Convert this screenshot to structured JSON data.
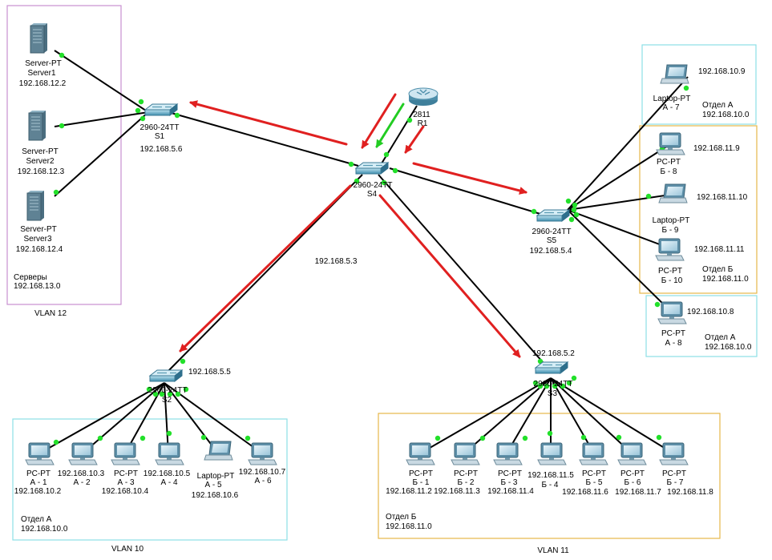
{
  "colors": {
    "link": "#000000",
    "port": "#22e02a",
    "flow_arrow": "#e02020",
    "flow_arrow_green": "#22cc22",
    "vlan12_box": "#c98fd0",
    "vlan10_box": "#8de0e6",
    "vlan11_box": "#e6b84a",
    "switch": "#4a9bb8",
    "pc": "#5e8fa8",
    "server": "#5f8294",
    "router": "#6fa7c1"
  },
  "areas": {
    "vlan12": {
      "caption": "VLAN 12",
      "note_line1": "Серверы",
      "note_line2": "192.168.13.0"
    },
    "vlan10": {
      "caption": "VLAN 10",
      "note_line1": "Отдел А",
      "note_line2": "192.168.10.0"
    },
    "vlan11": {
      "caption": "VLAN 11",
      "note_line1": "Отдел Б",
      "note_line2": "192.168.11.0"
    },
    "dept_a_top": {
      "line1": "Отдел А",
      "line2": "192.168.10.0"
    },
    "dept_b_right": {
      "line1": "Отдел Б",
      "line2": "192.168.11.0"
    },
    "dept_a_bottom": {
      "line1": "Отдел А",
      "line2": "192.168.10.0"
    }
  },
  "router": {
    "model": "2811",
    "name": "R1"
  },
  "switches": {
    "s1": {
      "model": "2960-24TT",
      "name": "S1",
      "ip": "192.168.5.6"
    },
    "s2": {
      "model": "2960-24TT",
      "name": "S2",
      "ip": "192.168.5.5"
    },
    "s3": {
      "model": "2960-24TT",
      "name": "S3",
      "ip": "192.168.5.2"
    },
    "s4": {
      "model": "2960-24TT",
      "name": "S4",
      "ip": "192.168.5.3"
    },
    "s5": {
      "model": "2960-24TT",
      "name": "S5",
      "ip": "192.168.5.4"
    }
  },
  "servers": [
    {
      "type": "Server-PT",
      "name": "Server1",
      "ip": "192.168.12.2"
    },
    {
      "type": "Server-PT",
      "name": "Server2",
      "ip": "192.168.12.3"
    },
    {
      "type": "Server-PT",
      "name": "Server3",
      "ip": "192.168.12.4"
    }
  ],
  "vlan10_hosts": [
    {
      "type": "PC-PT",
      "name": "А - 1",
      "ip": "192.168.10.2"
    },
    {
      "type": "",
      "name": "А - 2",
      "ip": "192.168.10.3"
    },
    {
      "type": "PC-PT",
      "name": "А - 3",
      "ip": "192.168.10.4"
    },
    {
      "type": "",
      "name": "А - 4",
      "ip": "192.168.10.5"
    },
    {
      "type": "Laptop-PT",
      "name": "А - 5",
      "ip": "192.168.10.6"
    },
    {
      "type": "",
      "name": "А - 6",
      "ip": "192.168.10.7"
    }
  ],
  "vlan11_hosts": [
    {
      "type": "PC-PT",
      "name": "Б - 1",
      "ip": "192.168.11.2"
    },
    {
      "type": "PC-PT",
      "name": "Б - 2",
      "ip": "192.168.11.3"
    },
    {
      "type": "PC-PT",
      "name": "Б - 3",
      "ip": "192.168.11.4"
    },
    {
      "type": "",
      "name": "Б - 4",
      "ip": "192.168.11.5"
    },
    {
      "type": "PC-PT",
      "name": "Б - 5",
      "ip": "192.168.11.6"
    },
    {
      "type": "PC-PT",
      "name": "Б - 6",
      "ip": "192.168.11.7"
    },
    {
      "type": "PC-PT",
      "name": "Б - 7",
      "ip": "192.168.11.8"
    }
  ],
  "s5_hosts": [
    {
      "type": "Laptop-PT",
      "name": "А - 7",
      "ip": "192.168.10.9"
    },
    {
      "type": "PC-PT",
      "name": "Б - 8",
      "ip": "192.168.11.9"
    },
    {
      "type": "Laptop-PT",
      "name": "Б - 9",
      "ip": "192.168.11.10"
    },
    {
      "type": "PC-PT",
      "name": "Б - 10",
      "ip": "192.168.11.11"
    },
    {
      "type": "PC-PT",
      "name": "А - 8",
      "ip": "192.168.10.8"
    }
  ]
}
